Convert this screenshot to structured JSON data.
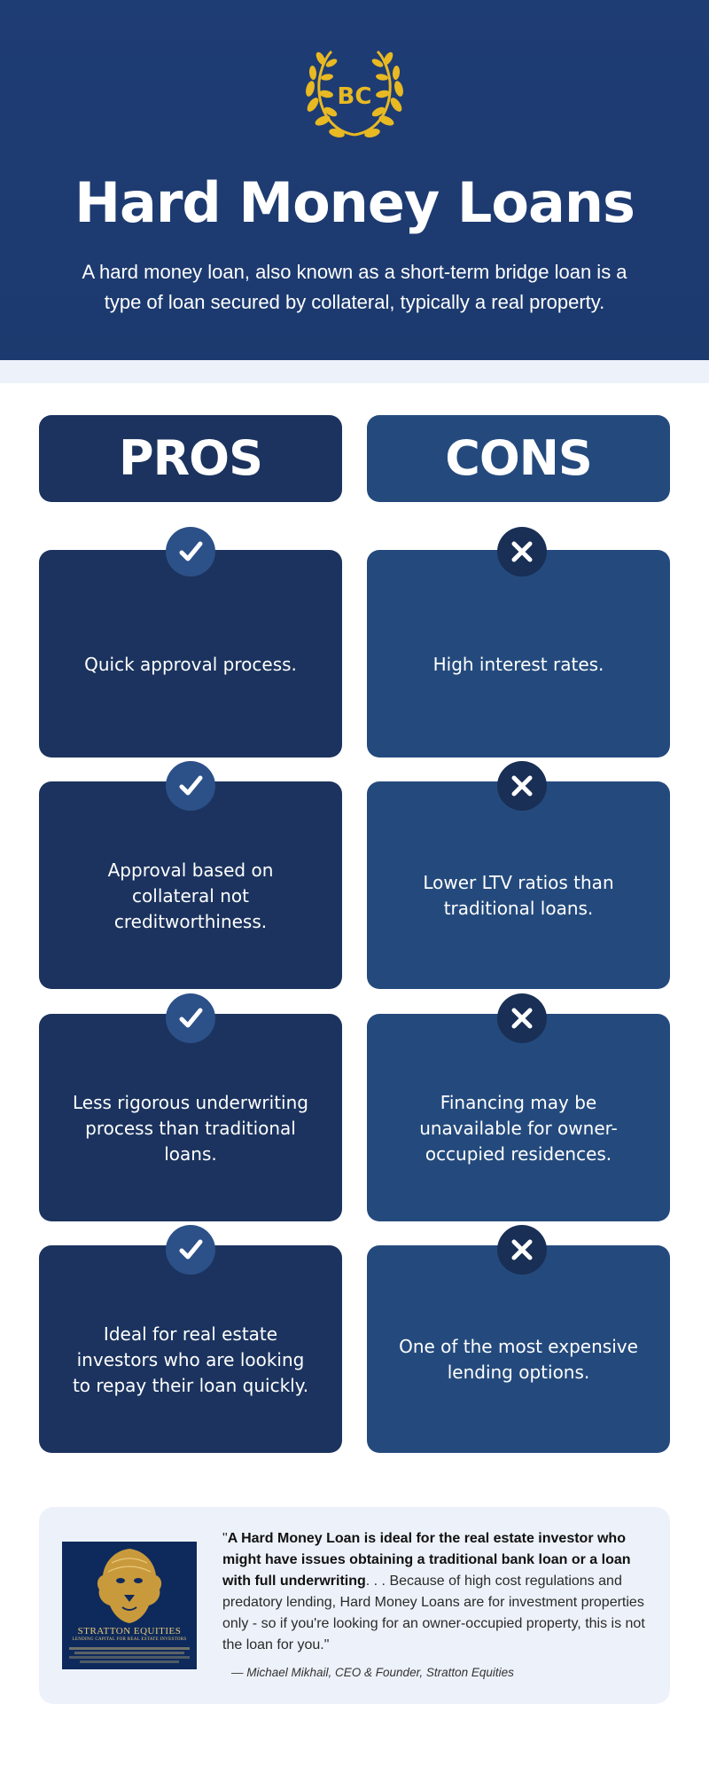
{
  "header": {
    "logo_text": "BC",
    "title": "Hard Money Loans",
    "subtitle": "A hard money loan, also known as a short-term bridge loan is a type of loan secured by collateral, typically a real property."
  },
  "pros": {
    "heading": "PROS",
    "icon": "check-icon",
    "items": [
      "Quick approval process.",
      "Approval based on collateral not creditworthiness.",
      "Less rigorous underwriting process than traditional loans.",
      "Ideal for real estate investors who are looking to repay their loan quickly."
    ]
  },
  "cons": {
    "heading": "CONS",
    "icon": "x-icon",
    "items": [
      "High interest rates.",
      "Lower LTV ratios than traditional loans.",
      "Financing may be unavailable for owner-occupied residences.",
      "One of the most expensive lending options."
    ]
  },
  "quote": {
    "bold": "A Hard Money Loan is ideal for the real estate investor who might have issues obtaining a traditional bank loan or a loan with full underwriting",
    "rest": ". . . Because of high cost regulations and predatory lending, Hard Money Loans are for investment properties only - so if you're looking for an owner-occupied property, this is not the loan for you.\"",
    "open_mark": "\"",
    "attribution": "— Michael Mikhail, CEO & Founder, Stratton Equities"
  },
  "brand": {
    "name": "STRATTON EQUITIES",
    "tagline": "LENDING CAPITAL FOR REAL ESTATE INVESTORS"
  },
  "colors": {
    "header_bg": "#1c3a6e",
    "pros_card": "#1b335e",
    "cons_card": "#244a7d",
    "laurel_gold": "#e8b923",
    "quote_bg": "#edf2fa"
  }
}
